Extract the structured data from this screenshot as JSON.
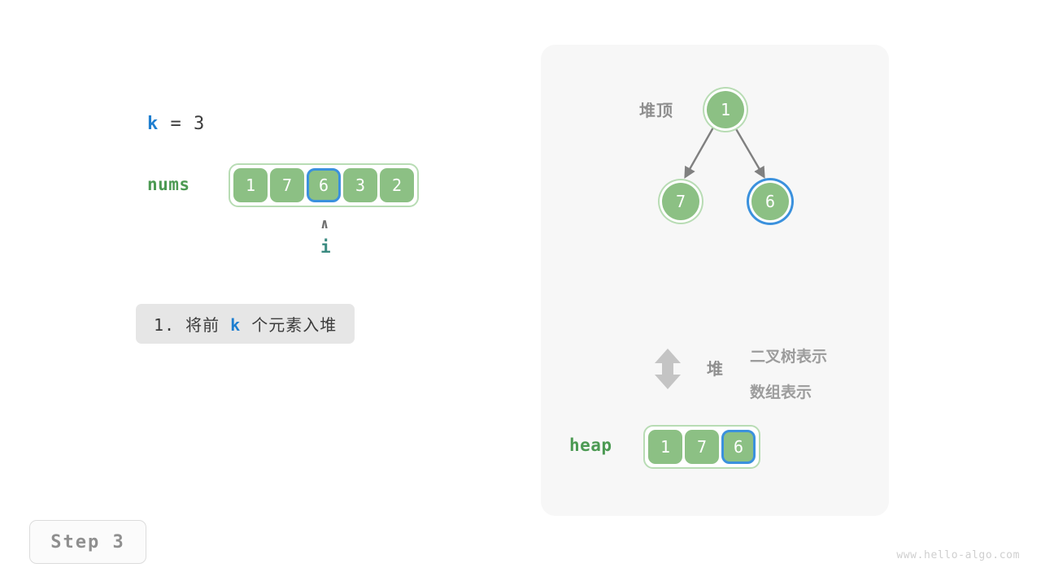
{
  "left": {
    "k_var": "k",
    "k_eq": "=",
    "k_value": "3",
    "nums_label": "nums",
    "nums_cells": [
      {
        "value": "1",
        "selected": false
      },
      {
        "value": "7",
        "selected": false
      },
      {
        "value": "6",
        "selected": true
      },
      {
        "value": "3",
        "selected": false
      },
      {
        "value": "2",
        "selected": false
      }
    ],
    "pointer_caret": "∧",
    "pointer_label": "i",
    "caption_prefix": "1. 将前 ",
    "caption_highlight": "k",
    "caption_suffix": " 个元素入堆"
  },
  "panel": {
    "heap_top_label": "堆顶",
    "tree_nodes": [
      {
        "id": "root",
        "value": "1",
        "selected": false
      },
      {
        "id": "left",
        "value": "7",
        "selected": false
      },
      {
        "id": "right",
        "value": "6",
        "selected": true
      }
    ],
    "relation_word": "堆",
    "representation_tree": "二叉树表示",
    "representation_array": "数组表示",
    "heap_label": "heap",
    "heap_cells": [
      {
        "value": "1",
        "selected": false
      },
      {
        "value": "7",
        "selected": false
      },
      {
        "value": "6",
        "selected": true
      }
    ]
  },
  "footer": {
    "step_label": "Step 3",
    "watermark": "www.hello-algo.com"
  },
  "colors": {
    "node_fill": "#8cc084",
    "node_ring": "#b8dcb4",
    "highlight_blue": "#3b91dd",
    "var_blue": "#1f7fd0",
    "label_green": "#4c9a53",
    "pointer_teal": "#3a8a80",
    "panel_bg": "#f7f7f7",
    "caption_bg": "#e6e6e6",
    "gray_text": "#8f8f8f",
    "edge_gray": "#808080"
  }
}
